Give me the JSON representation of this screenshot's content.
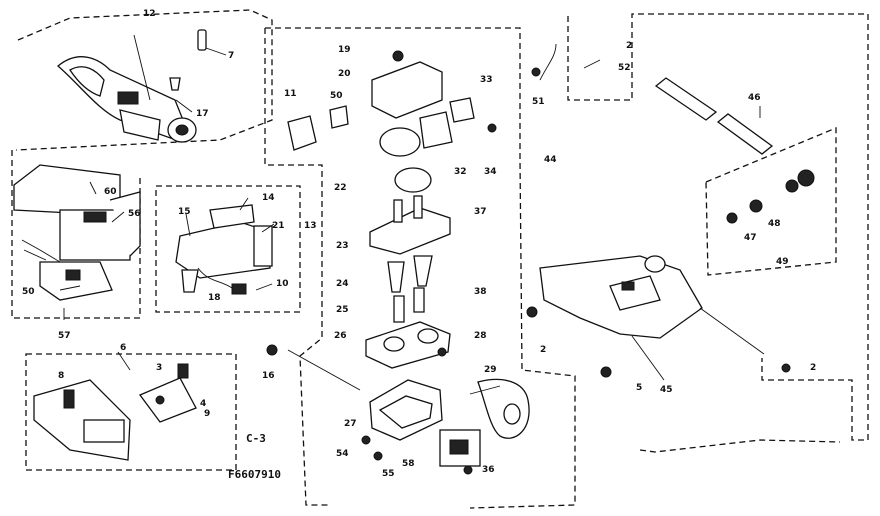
{
  "diagram": {
    "figure_code": "C-3",
    "drawing_number": "F6607910",
    "part_labels": {
      "p12": "12",
      "p7": "7",
      "p17": "17",
      "p60": "60",
      "p56": "56",
      "p50a": "50",
      "p57": "57",
      "p15": "15",
      "p14": "14",
      "p21": "21",
      "p13": "13",
      "p10": "10",
      "p18": "18",
      "p6": "6",
      "p3": "3",
      "p8": "8",
      "p4": "4",
      "p9": "9",
      "p19": "19",
      "p20": "20",
      "p11": "11",
      "p50b": "50",
      "p33": "33",
      "p22": "22",
      "p32": "32",
      "p34": "34",
      "p37": "37",
      "p23": "23",
      "p24": "24",
      "p25": "25",
      "p38": "38",
      "p26": "26",
      "p28": "28",
      "p29": "29",
      "p27": "27",
      "p54": "54",
      "p55": "55",
      "p58": "58",
      "p36": "36",
      "p16": "16",
      "p44": "44",
      "p51": "51",
      "p2a": "2",
      "p52": "52",
      "p46": "46",
      "p48": "48",
      "p47": "47",
      "p49": "49",
      "p2b": "2",
      "p5": "5",
      "p45": "45",
      "p2c": "2"
    }
  }
}
